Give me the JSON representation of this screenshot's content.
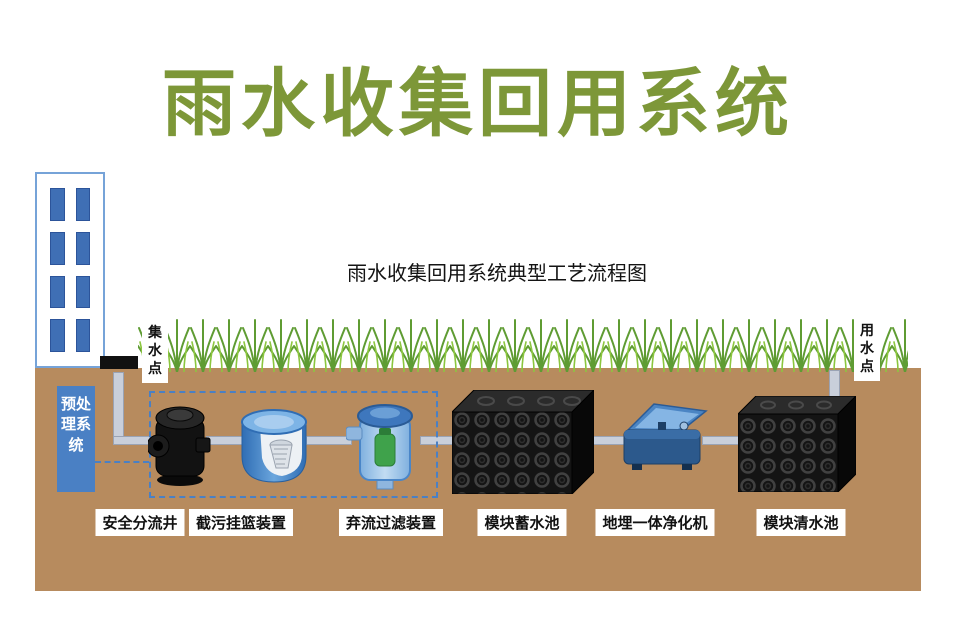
{
  "title": "雨水收集回用系统",
  "subtitle": "雨水收集回用系统典型工艺流程图",
  "side_labels": {
    "pretreatment": "预处理系统",
    "collection_point": "集水点",
    "use_point": "用水点"
  },
  "components": [
    {
      "label": "安全分流井"
    },
    {
      "label": "截污挂篮装置"
    },
    {
      "label": "弃流过滤装置"
    },
    {
      "label": "模块蓄水池"
    },
    {
      "label": "地埋一体净化机"
    },
    {
      "label": "模块清水池"
    }
  ],
  "colors": {
    "title": "#7d9738",
    "ground": "#b78b5e",
    "grass": "#5f9c33",
    "pretreatment_box": "#4a80c4",
    "pipe": "#c9cfda",
    "building_window": "#3f6fb5"
  }
}
